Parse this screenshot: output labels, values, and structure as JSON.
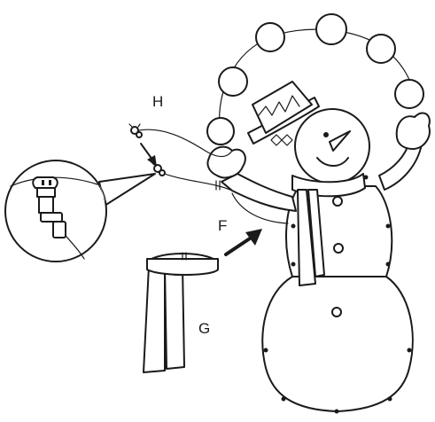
{
  "diagram": {
    "labels": {
      "h": "H",
      "f": "F",
      "g": "G"
    },
    "colors": {
      "line": "#1a1a1a",
      "background": "#ffffff"
    },
    "icons": [
      "plug-connector-icon",
      "arrow-icon",
      "snowman-figure",
      "scarf-part",
      "bulb-ring"
    ]
  }
}
